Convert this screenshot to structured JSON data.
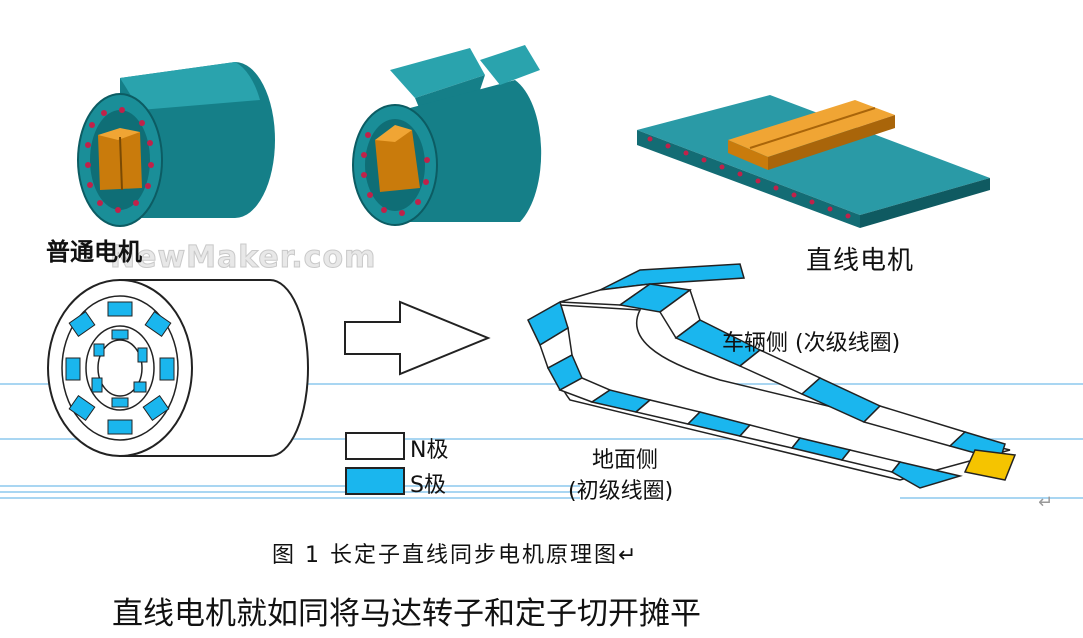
{
  "labels": {
    "ordinary_motor": "普通电机",
    "linear_motor": "直线电机",
    "vehicle_side": "车辆侧 (次级线圈)",
    "ground_side_line1": "地面侧",
    "ground_side_line2": "(初级线圈)"
  },
  "legend": [
    {
      "label": "N极",
      "color": "#ffffff"
    },
    {
      "label": "S极",
      "color": "#1ab6ee"
    }
  ],
  "figure_caption": "图 1   长定子直线同步电机原理图↵",
  "watermark": "NewMaker.com",
  "headline": "直线电机就如同将马达转子和定子切开摊平",
  "paragraph_mark": "↵",
  "colors": {
    "teal": "#1a8e98",
    "orange": "#d88a12",
    "s_pole": "#1ab6ee"
  }
}
